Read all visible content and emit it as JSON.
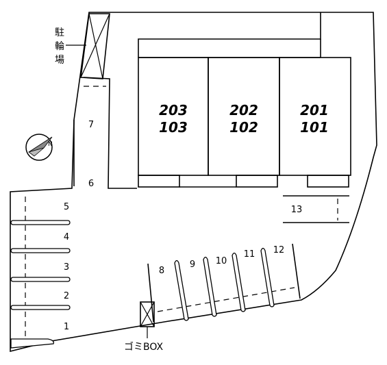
{
  "bicycle_parking_label": [
    "駐",
    "輪",
    "場"
  ],
  "garbage_box_label": "ゴミBOX",
  "units": [
    {
      "upper": "203",
      "lower": "103"
    },
    {
      "upper": "202",
      "lower": "102"
    },
    {
      "upper": "201",
      "lower": "101"
    }
  ],
  "parking_spaces": [
    "1",
    "2",
    "3",
    "4",
    "5",
    "6",
    "7",
    "8",
    "9",
    "10",
    "11",
    "12",
    "13"
  ],
  "compass_icon": "north-arrow-compass"
}
